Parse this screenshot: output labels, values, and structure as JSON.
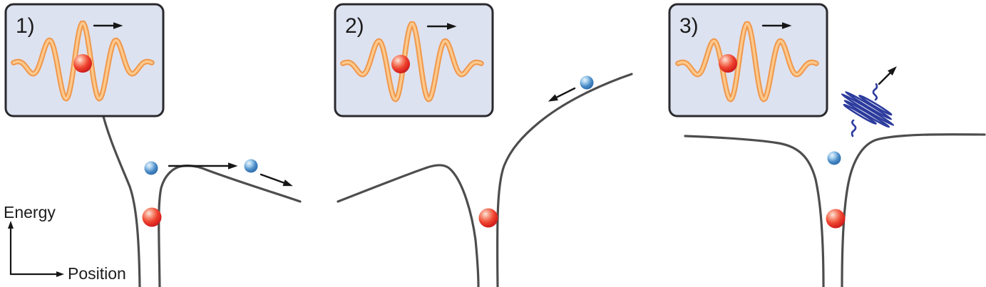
{
  "figure": {
    "panels": [
      {
        "label": "1)"
      },
      {
        "label": "2)"
      },
      {
        "label": "3)"
      }
    ],
    "axis": {
      "y_label": "Energy",
      "x_label": "Position"
    },
    "colors": {
      "background": "#ffffff",
      "inset_fill": "#dde2f0",
      "inset_border": "#2a2a2e",
      "pulse_outer": "#f0984c",
      "pulse_inner": "#fcc98d",
      "potential_curve": "#4d4d4d",
      "arrow": "#161616",
      "ion_red": "#e0251f",
      "electron_blue": "#3d7fc1",
      "burst_blue": "#2c3b9d"
    },
    "icons": {
      "laser_pulse": "laser-pulse-icon",
      "ion": "ion-sphere",
      "electron": "electron-sphere",
      "attosecond_burst": "attosecond-burst-icon",
      "propagation_arrow": "propagation-arrow-icon"
    }
  }
}
